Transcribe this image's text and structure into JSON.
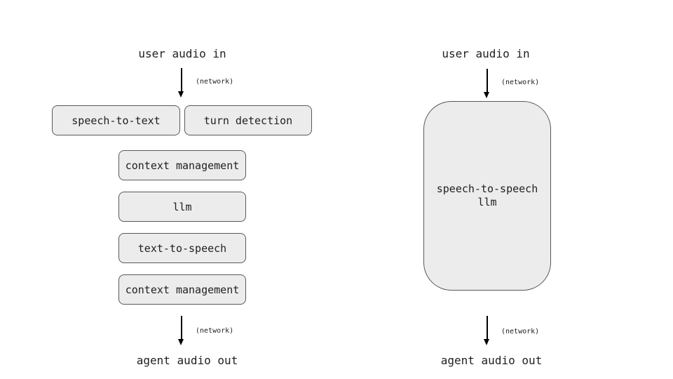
{
  "pipeline": {
    "input_label": "user audio in",
    "network_in_label": "(network)",
    "row_boxes": {
      "0": "speech-to-text",
      "1": "turn detection"
    },
    "stack_boxes": {
      "0": "context management",
      "1": "llm",
      "2": "text-to-speech",
      "3": "context management"
    },
    "network_out_label": "(network)",
    "output_label": "agent audio out"
  },
  "speech_to_speech": {
    "input_label": "user audio in",
    "network_in_label": "(network)",
    "box_line1": "speech-to-speech",
    "box_line2": "llm",
    "network_out_label": "(network)",
    "output_label": "agent audio out"
  },
  "colors": {
    "background": "#ffffff",
    "box_fill": "#ececec",
    "box_border": "#595959",
    "text": "#212121",
    "arrow": "#000000"
  }
}
